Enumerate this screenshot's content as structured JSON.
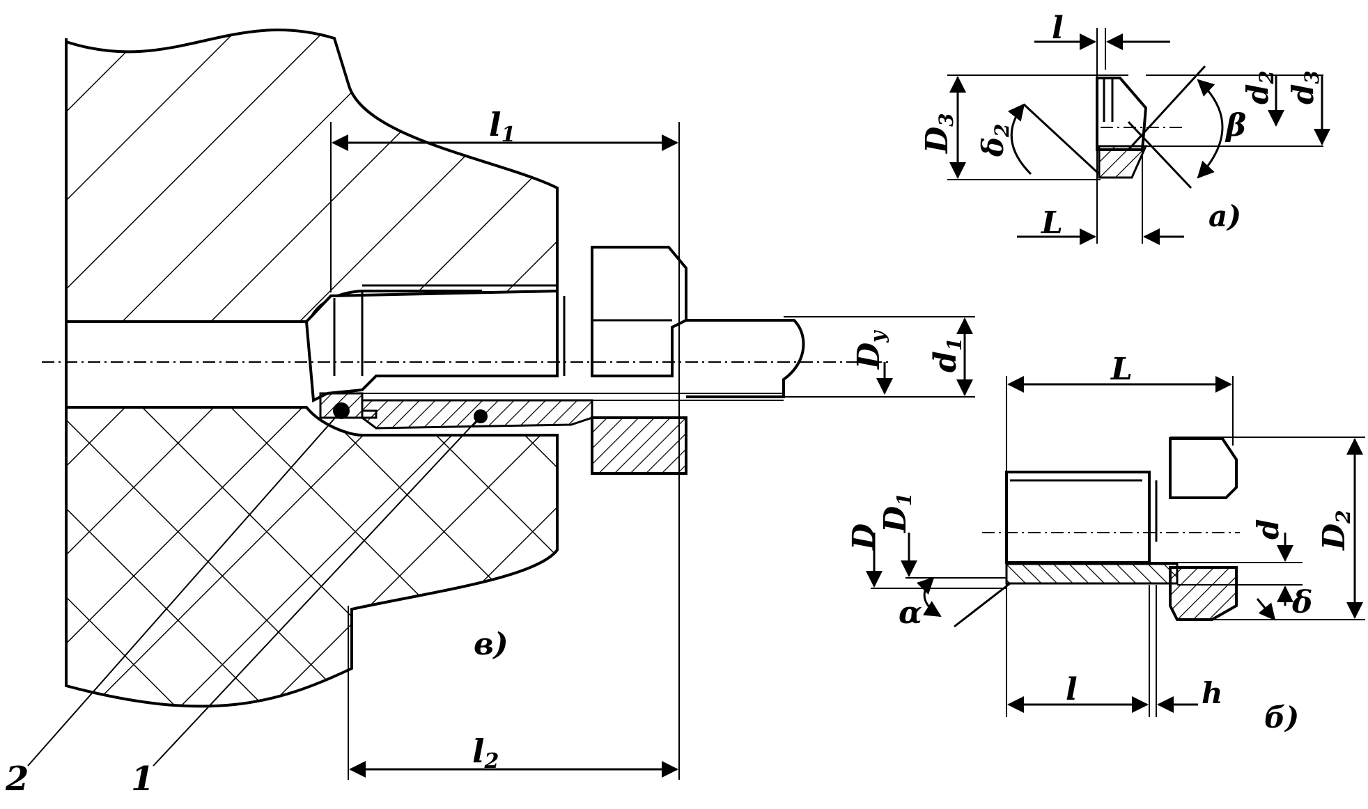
{
  "figure_labels": {
    "main": "в)",
    "detail_a": "а)",
    "detail_b": "б)"
  },
  "callouts": {
    "part_1": "1",
    "part_2": "2"
  },
  "main_view": {
    "l1": "l",
    "l1_sub": "1",
    "l2": "l",
    "l2_sub": "2",
    "Dy": "D",
    "Dy_sub": "у",
    "d1": "d",
    "d1_sub": "1"
  },
  "detail_a": {
    "top_l": "l",
    "L": "L",
    "D3": "D",
    "D3_sub": "3",
    "delta2": "δ",
    "delta2_sub": "2",
    "beta": "β",
    "d2": "d",
    "d2_sub": "2",
    "d3": "d",
    "d3_sub": "3"
  },
  "detail_b": {
    "L": "L",
    "D": "D",
    "D1": "D",
    "D1_sub": "1",
    "alpha": "α",
    "d": "d",
    "delta": "δ",
    "D2": "D",
    "D2_sub": "2",
    "l": "l",
    "h": "h"
  },
  "colors": {
    "ink": "#000000",
    "paper": "#ffffff"
  }
}
